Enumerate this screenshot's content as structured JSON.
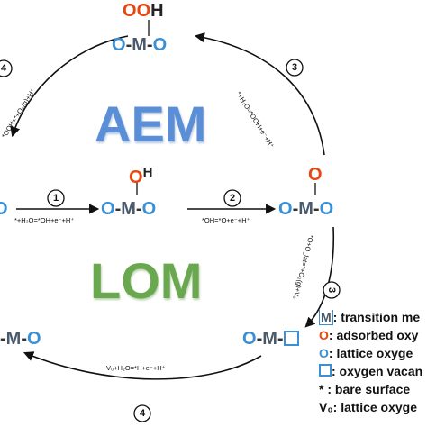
{
  "title_aem": "AEM",
  "title_lom": "LOM",
  "colors": {
    "adsorbed_oxygen": "#e8460f",
    "lattice_oxygen": "#3b8fd4",
    "aem_text": "#5a8fd8",
    "lom_text": "#6aa84f",
    "arrow": "#111111"
  },
  "species": {
    "top": {
      "ads_O": "O",
      "ads_O2": "O",
      "H": "H",
      "lat_O_left": "O",
      "M": "M",
      "lat_O_right": "O"
    },
    "center": {
      "H": "H",
      "ads_O": "O",
      "lat_O_left": "O",
      "M": "M",
      "lat_O_right": "O"
    },
    "right": {
      "ads_O": "O",
      "lat_O_left": "O",
      "M": "M",
      "lat_O_right": "O"
    },
    "bottom_right": {
      "lat_O_left": "O",
      "M": "M"
    },
    "bottom_left": {
      "M": "M",
      "lat_O_right": "O"
    },
    "left_partial": {
      "lat_O": "O"
    }
  },
  "steps": {
    "s1": {
      "num": "1",
      "eq": "*+H₂O=*OH+e⁻+H⁺"
    },
    "s2": {
      "num": "2",
      "eq": "*OH=*O+e⁻+H⁺"
    },
    "s3": {
      "num": "3",
      "eq": "*+H₂O=*OOH+e⁻+H⁺"
    },
    "s4": {
      "num": "4",
      "eq": "V₀+H₂O=*H+e⁻+H⁺"
    },
    "s5_partial": {
      "num": "4",
      "eq": "*OOH=*+O₂(g)+H⁺"
    },
    "s3_lom": {
      "num": "3",
      "eq": "*O+O_lat=*+O₂(g)+V₀"
    }
  },
  "legend": [
    {
      "symbol": "M",
      "text": ": transition me"
    },
    {
      "symbol": "O",
      "text": ": adsorbed oxy"
    },
    {
      "symbol": "O",
      "text": ": lattice oxyge"
    },
    {
      "symbol": "□",
      "text": ": oxygen vacan"
    },
    {
      "symbol": "*",
      "text": " : bare surface"
    },
    {
      "symbol": "V₀",
      "text": ": lattice oxyge"
    }
  ]
}
